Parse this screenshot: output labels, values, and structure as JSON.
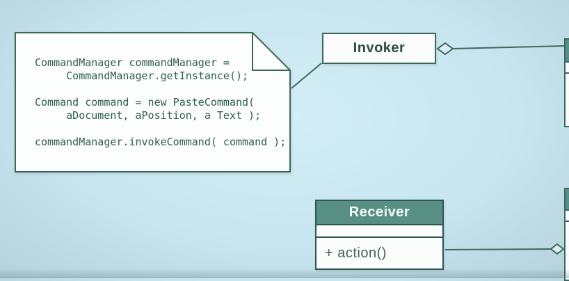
{
  "note": {
    "code": [
      "CommandManager commandManager =",
      "     CommandManager.getInstance();",
      "",
      "Command command = new PasteCommand(",
      "     aDocument, aPosition, a Text );",
      "",
      "commandManager.invokeCommand( command );"
    ]
  },
  "classes": {
    "invoker": {
      "name": "Invoker"
    },
    "receiver": {
      "name": "Receiver",
      "methods": [
        "+ action()"
      ]
    }
  },
  "colors": {
    "background": "#c6e5ef",
    "line": "#3c685c",
    "header_fill": "#589086",
    "code_text": "#2f5d50",
    "title_text": "#2c4a41",
    "box_fill": "#fbfdfd"
  }
}
